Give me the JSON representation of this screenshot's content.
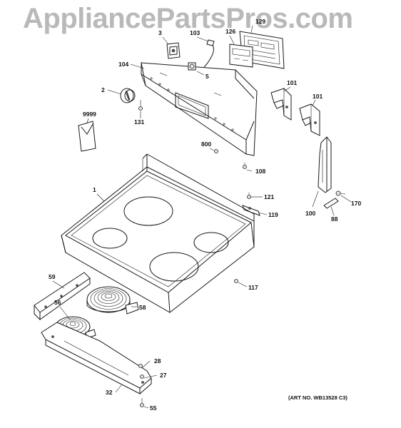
{
  "watermark": "AppliancePartsPros.com",
  "art_number": "(ART NO. WB13528 C3)",
  "callouts": [
    "3",
    "103",
    "129",
    "126",
    "104",
    "5",
    "2",
    "101",
    "101",
    "131",
    "9999",
    "800",
    "108",
    "1",
    "121",
    "119",
    "170",
    "100",
    "88",
    "117",
    "59",
    "58",
    "56",
    "28",
    "27",
    "32",
    "55"
  ]
}
